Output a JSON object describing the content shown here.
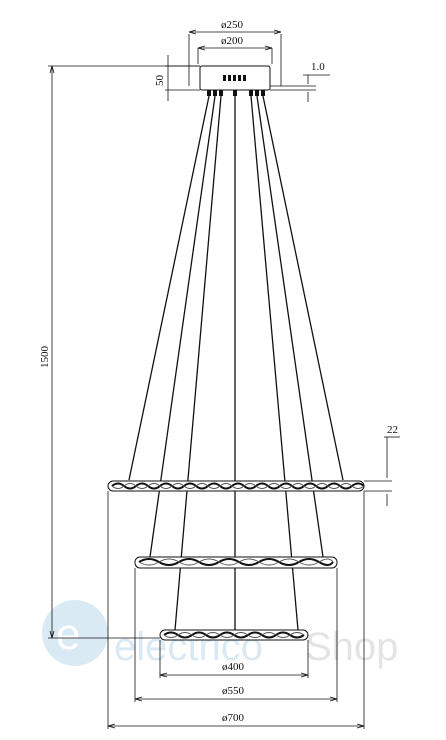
{
  "drawing": {
    "canopy": {
      "diameter_outer": "ø250",
      "diameter_inner": "ø200",
      "height": "50",
      "thickness": "1.0"
    },
    "suspension": {
      "length": "1500"
    },
    "rings": {
      "ring_height": "22",
      "small_diameter": "ø400",
      "medium_diameter": "ø550",
      "large_diameter": "ø700"
    }
  },
  "watermark": {
    "brand_part1": "electrico",
    "brand_part2": "Shop",
    "colors": {
      "primary": "#3d8fd1",
      "secondary": "#8a8a8a"
    }
  }
}
